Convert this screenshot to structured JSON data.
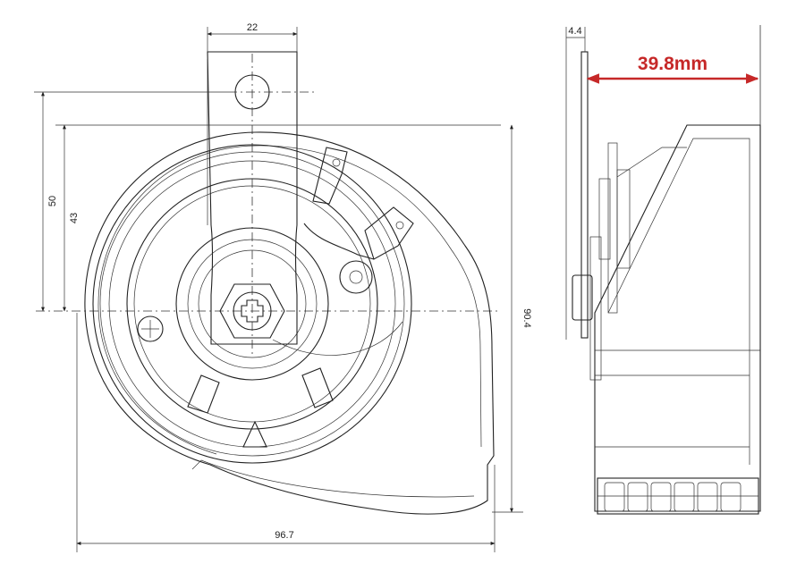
{
  "dimensions": {
    "bracket_width": "22",
    "height_to_center_outer": "50",
    "height_to_center_inner": "43",
    "overall_height": "90.4",
    "overall_width": "96.7",
    "bracket_thickness": "4.4"
  },
  "callout": {
    "depth": "39.8mm",
    "color": "#c62828"
  },
  "line_color": "#222222"
}
